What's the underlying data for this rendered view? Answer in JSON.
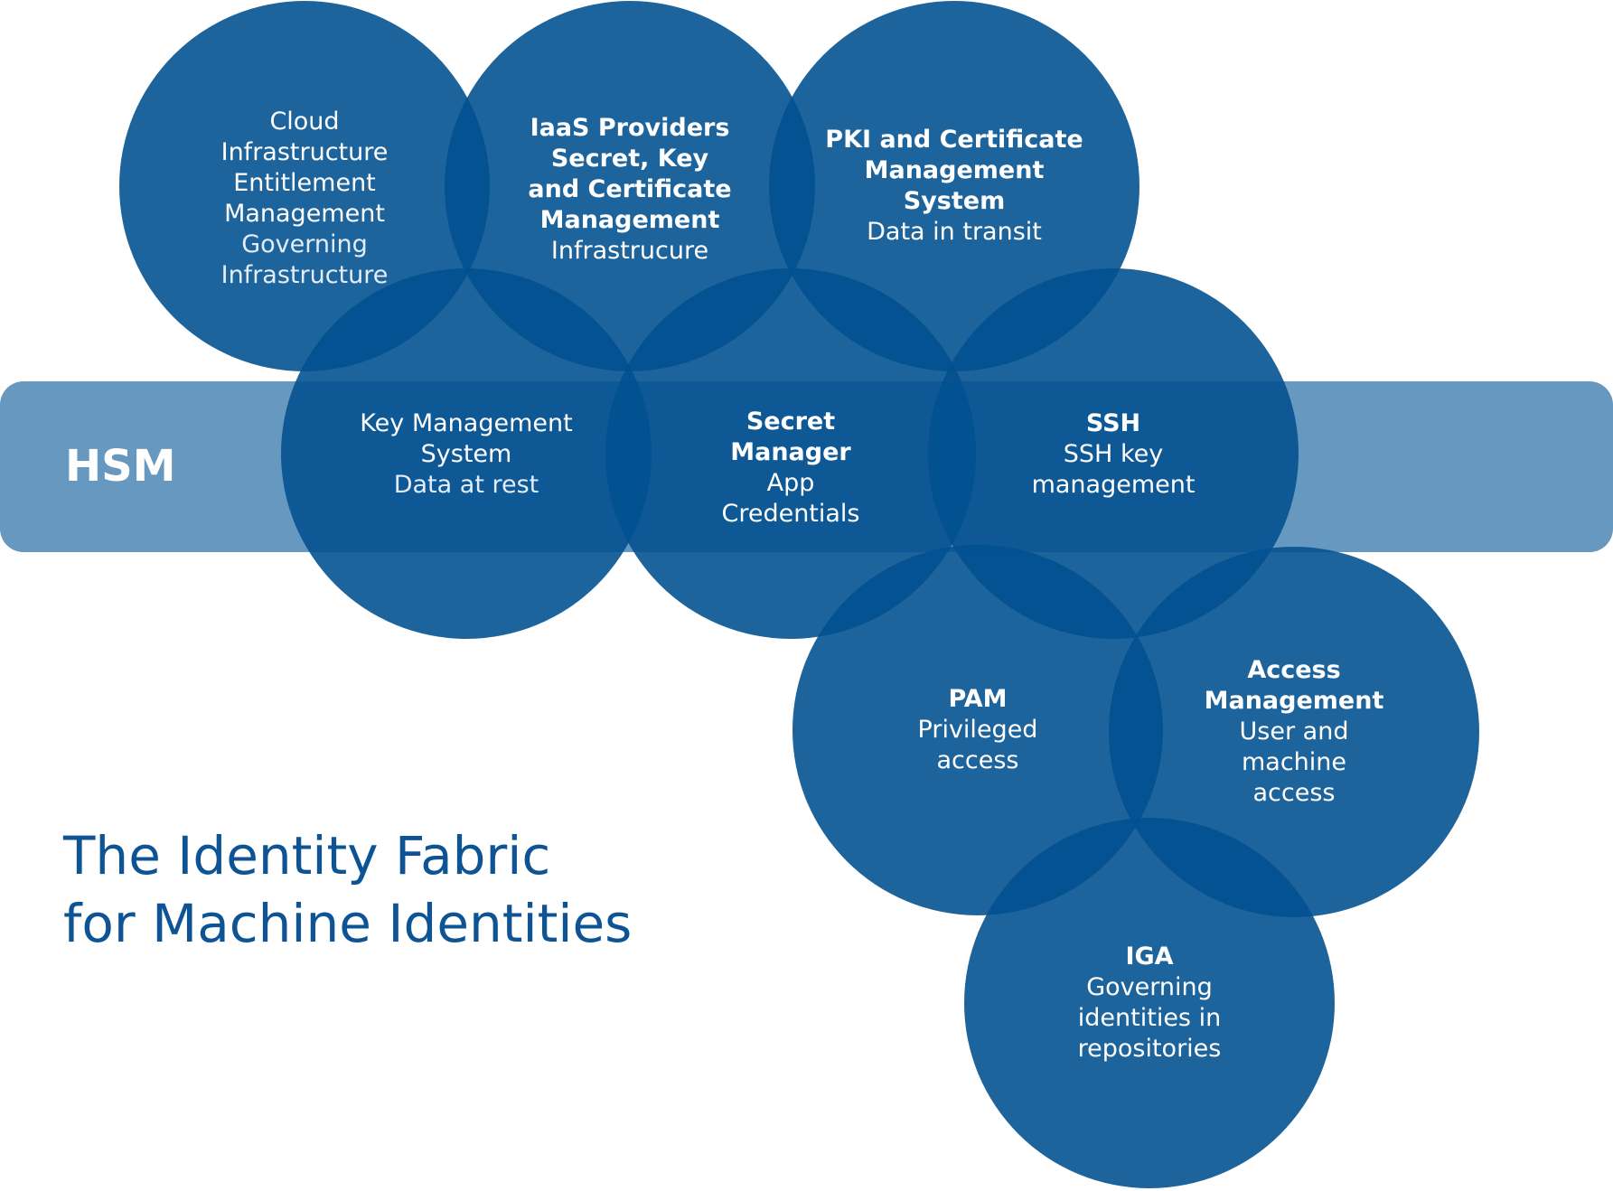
{
  "colors": {
    "circle": "#01508f",
    "band": "#6798c0",
    "title": "#0e5494",
    "text": "#ffffff"
  },
  "band": {
    "label": "HSM"
  },
  "title": {
    "line1": "The Identity Fabric",
    "line2": "for Machine Identities"
  },
  "circles": [
    {
      "id": "cloud-infrastructure-entitlement-management",
      "lines": [
        {
          "text": "Cloud",
          "weight": "normal"
        },
        {
          "text": "Infrastructure",
          "weight": "normal"
        },
        {
          "text": "Entitlement",
          "weight": "normal"
        },
        {
          "text": "Management",
          "weight": "normal"
        },
        {
          "text": "Governing",
          "weight": "light"
        },
        {
          "text": "Infrastructure",
          "weight": "light"
        }
      ]
    },
    {
      "id": "iaas-providers",
      "lines": [
        {
          "text": "IaaS Providers",
          "weight": "bold"
        },
        {
          "text": "Secret, Key",
          "weight": "bold"
        },
        {
          "text": "and Certificate",
          "weight": "bold"
        },
        {
          "text": "Management",
          "weight": "bold"
        },
        {
          "text": "Infrastrucure",
          "weight": "normal"
        }
      ]
    },
    {
      "id": "pki-certificate-management",
      "lines": [
        {
          "text": "PKI and Certificate",
          "weight": "bold"
        },
        {
          "text": "Management",
          "weight": "bold"
        },
        {
          "text": "System",
          "weight": "bold"
        },
        {
          "text": "Data in transit",
          "weight": "normal"
        }
      ]
    },
    {
      "id": "key-management-system",
      "lines": [
        {
          "text": "Key Management",
          "weight": "normal"
        },
        {
          "text": "System",
          "weight": "normal"
        },
        {
          "text": "Data at rest",
          "weight": "light"
        }
      ]
    },
    {
      "id": "secret-manager",
      "lines": [
        {
          "text": "Secret",
          "weight": "bold"
        },
        {
          "text": "Manager",
          "weight": "bold"
        },
        {
          "text": "App",
          "weight": "normal"
        },
        {
          "text": "Credentials",
          "weight": "normal"
        }
      ]
    },
    {
      "id": "ssh",
      "lines": [
        {
          "text": "SSH",
          "weight": "bold"
        },
        {
          "text": "SSH key",
          "weight": "normal"
        },
        {
          "text": "management",
          "weight": "normal"
        }
      ]
    },
    {
      "id": "pam",
      "lines": [
        {
          "text": "PAM",
          "weight": "bold"
        },
        {
          "text": "Privileged",
          "weight": "normal"
        },
        {
          "text": "access",
          "weight": "normal"
        }
      ]
    },
    {
      "id": "access-management",
      "lines": [
        {
          "text": "Access",
          "weight": "bold"
        },
        {
          "text": "Management",
          "weight": "bold"
        },
        {
          "text": "User and",
          "weight": "normal"
        },
        {
          "text": "machine",
          "weight": "normal"
        },
        {
          "text": "access",
          "weight": "normal"
        }
      ]
    },
    {
      "id": "iga",
      "lines": [
        {
          "text": "IGA",
          "weight": "bold"
        },
        {
          "text": "Governing",
          "weight": "normal"
        },
        {
          "text": "identities in",
          "weight": "normal"
        },
        {
          "text": "repositories",
          "weight": "normal"
        }
      ]
    }
  ]
}
